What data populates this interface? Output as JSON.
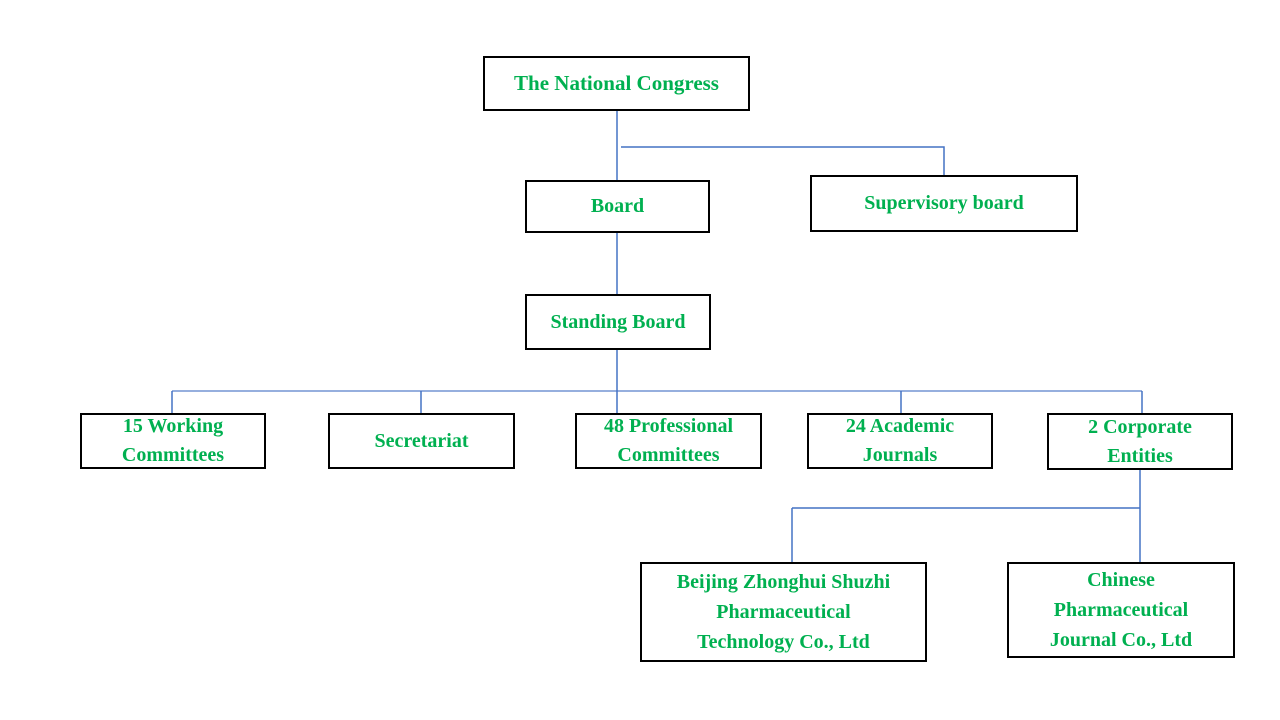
{
  "colors": {
    "node_text": "#00B050",
    "node_border": "#000000",
    "connector": "#4472C4",
    "background": "#FFFFFF"
  },
  "nodes": {
    "congress": {
      "label": "The National Congress"
    },
    "board": {
      "label": "Board"
    },
    "supervisory": {
      "label": "Supervisory board"
    },
    "standing": {
      "label": "Standing Board"
    },
    "working_committees": {
      "label": "15 Working\nCommittees"
    },
    "secretariat": {
      "label": "Secretariat"
    },
    "professional_committees": {
      "label": "48 Professional\nCommittees"
    },
    "academic_journals": {
      "label": "24 Academic\nJournals"
    },
    "corporate_entities": {
      "label": "2 Corporate\nEntities"
    },
    "beijing_zhonghui": {
      "label": "Beijing Zhonghui Shuzhi\nPharmaceutical\nTechnology Co., Ltd"
    },
    "chinese_pharma_journal": {
      "label": "Chinese\nPharmaceutical\nJournal Co., Ltd"
    }
  }
}
